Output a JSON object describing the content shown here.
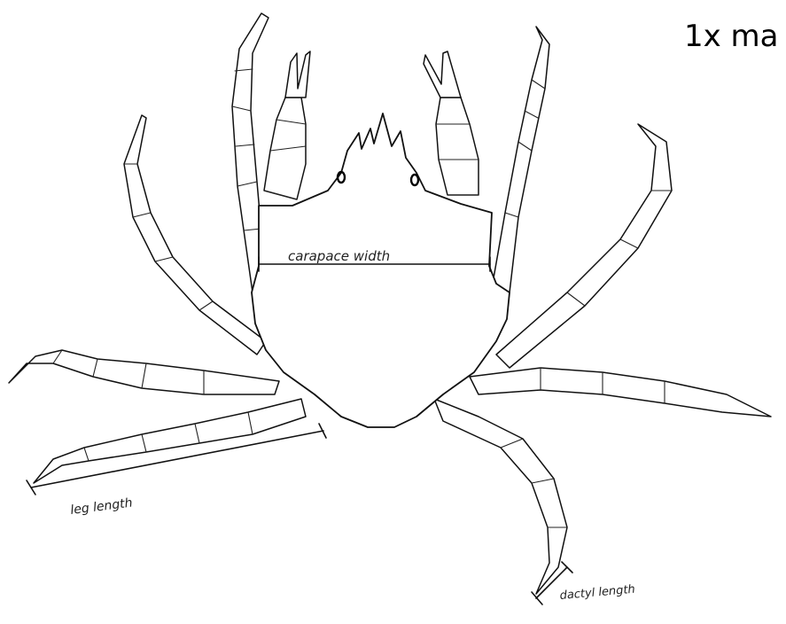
{
  "scale_label": "1x ma",
  "labels": {
    "carapace_width": "carapace width",
    "leg_length": "leg length",
    "dactyl_length": "dactyl length"
  },
  "colors": {
    "ink": "#111111",
    "paper": "#ffffff"
  }
}
